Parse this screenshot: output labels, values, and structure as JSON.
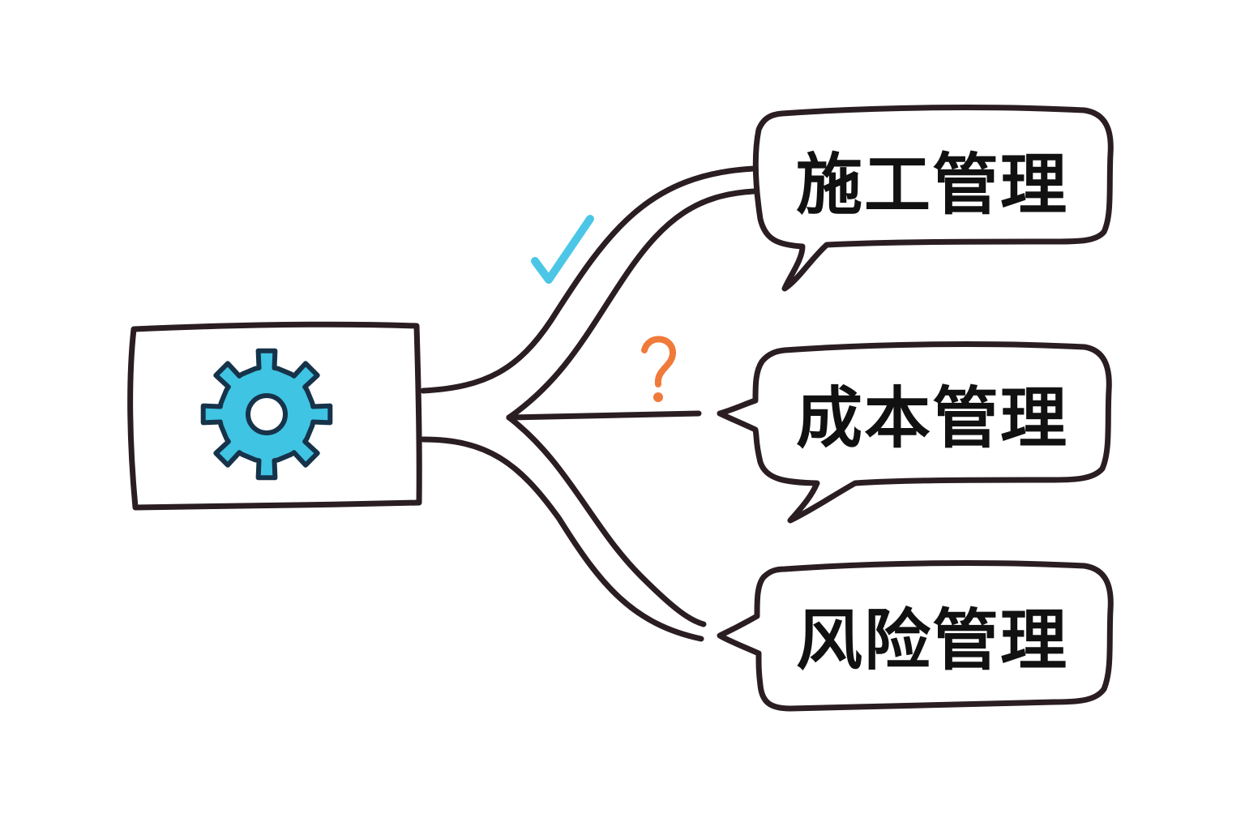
{
  "nodes": {
    "source": {
      "icon": "gear-icon"
    },
    "branches": [
      {
        "label": "施工管理",
        "marker": "checkmark-icon"
      },
      {
        "label": "成本管理",
        "marker": "question-mark-icon"
      },
      {
        "label": "风险管理",
        "marker": ""
      }
    ]
  },
  "colors": {
    "ink": "#2a1e22",
    "gear": "#3fc4e3",
    "gear_outline": "#16334a",
    "check": "#4cc6e6",
    "question": "#f07a3a"
  }
}
